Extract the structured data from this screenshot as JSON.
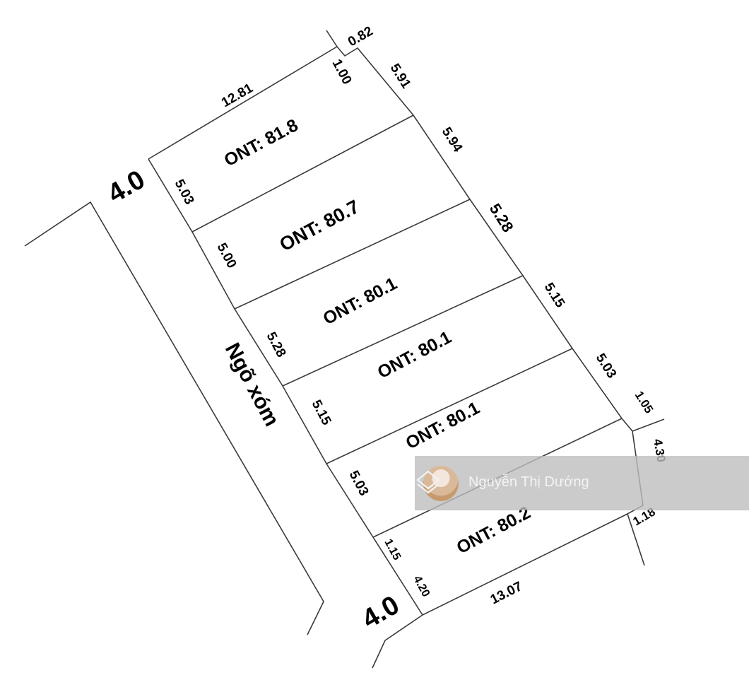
{
  "plots": [
    {
      "label": "ONT: 81.8"
    },
    {
      "label": "ONT: 80.7"
    },
    {
      "label": "ONT: 80.1"
    },
    {
      "label": "ONT: 80.1"
    },
    {
      "label": "ONT: 80.1"
    },
    {
      "label": "ONT: 80.2"
    }
  ],
  "measurements": {
    "top": "12.81",
    "top_notch_a": "1.00",
    "top_notch_b": "0.82",
    "left": [
      "5.03",
      "5.00",
      "5.28",
      "5.15",
      "5.03",
      "1.15",
      "4.20"
    ],
    "right": [
      "5.91",
      "5.94",
      "5.28",
      "5.15",
      "5.03",
      "1.05",
      "4.30",
      "1.18"
    ],
    "bottom": "13.07"
  },
  "road": {
    "name": "Ngõ xóm",
    "width_top": "4.0",
    "width_bottom": "4.0"
  },
  "watermark": {
    "name": "Nguyễn Thị Dướng",
    "logo_icon": "layered-house-logo-icon",
    "avatar": "avatar-photo"
  },
  "colors": {
    "lines": "#3a3a3a",
    "text": "#000000",
    "watermark_bg": "#bebebe"
  }
}
